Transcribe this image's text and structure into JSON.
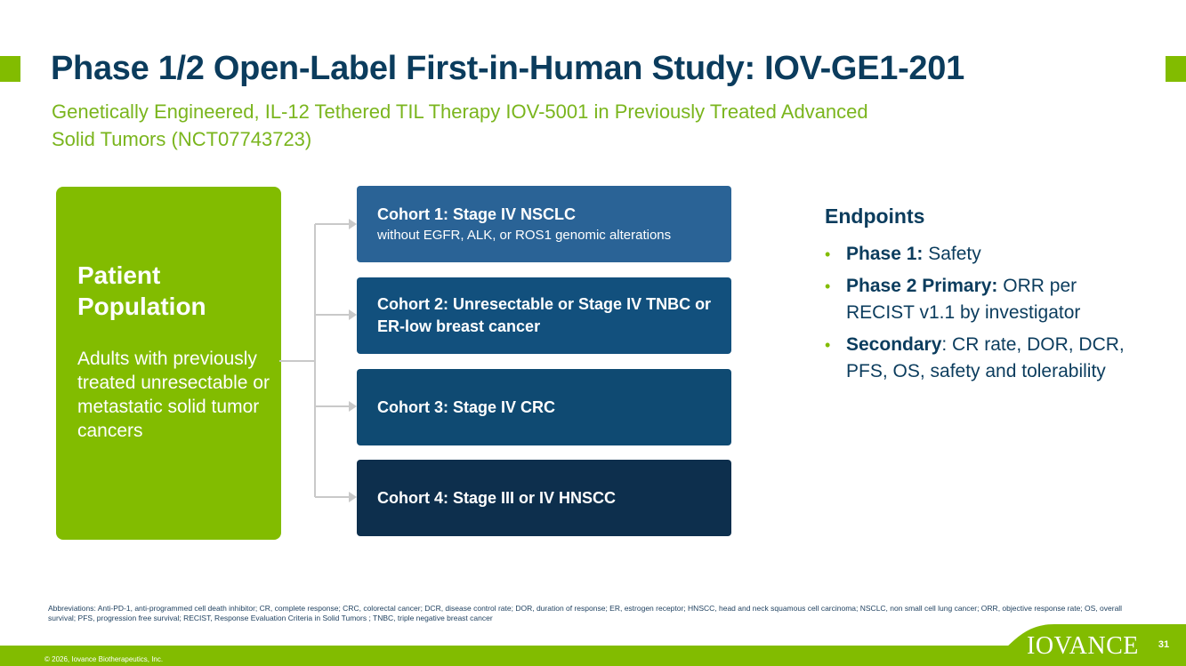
{
  "slide": {
    "title": "Phase 1/2 Open-Label First-in-Human Study: IOV-GE1-201",
    "subtitle": "Genetically Engineered, IL-12 Tethered TIL Therapy IOV-5001 in Previously Treated Advanced Solid Tumors (NCT07743723)"
  },
  "patient_population": {
    "title": "Patient Population",
    "description": "Adults with previously treated unresectable or metastatic solid tumor cancers"
  },
  "cohorts": [
    {
      "title": "Cohort 1: Stage IV NSCLC",
      "subtitle": "without EGFR, ALK, or ROS1 genomic alterations"
    },
    {
      "title": "Cohort 2: Unresectable or Stage IV TNBC or ER-low breast cancer"
    },
    {
      "title": "Cohort 3: Stage IV CRC"
    },
    {
      "title": "Cohort 4: Stage III or IV HNSCC"
    }
  ],
  "endpoints": {
    "heading": "Endpoints",
    "items": [
      {
        "label": "Phase 1:",
        "text": " Safety"
      },
      {
        "label": "Phase 2 Primary:",
        "text": " ORR per RECIST v1.1 by investigator"
      },
      {
        "label": "Secondary",
        "text": ": CR rate, DOR, DCR, PFS, OS, safety and tolerability"
      }
    ]
  },
  "abbreviations": "Abbreviations: Anti-PD-1, anti-programmed cell death inhibitor; CR, complete response; CRC, colorectal cancer; DCR, disease control rate; DOR, duration of response; ER, estrogen receptor; HNSCC, head and neck squamous cell carcinoma; NSCLC, non small cell lung cancer; ORR, objective response rate; OS, overall survival; PFS, progression free survival; RECIST, Response Evaluation Criteria in Solid Tumors ; TNBC, triple negative breast cancer",
  "footer": {
    "copyright": "© 2026, Iovance Biotherapeutics, Inc.",
    "logo": "IOVANCE",
    "page_number": "31"
  },
  "colors": {
    "brand_green": "#82bc00",
    "navy": "#0b3c5d"
  }
}
